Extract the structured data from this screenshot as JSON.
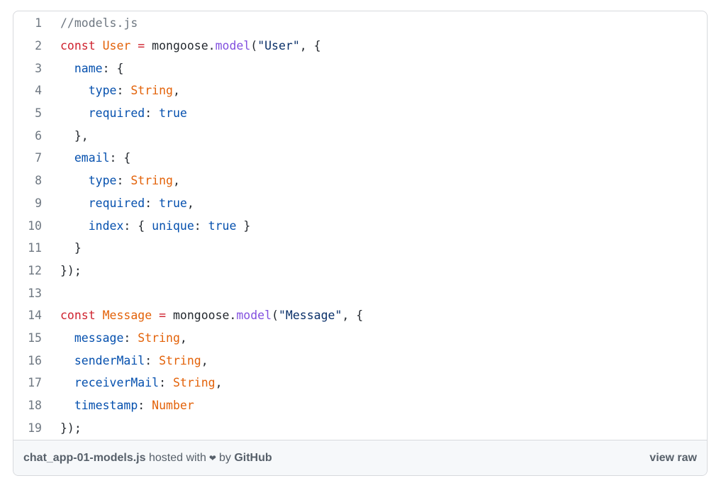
{
  "code": {
    "lines": [
      {
        "n": "1",
        "tokens": [
          {
            "t": "//models.js",
            "c": "c"
          }
        ]
      },
      {
        "n": "2",
        "tokens": [
          {
            "t": "const",
            "c": "k"
          },
          {
            "t": " "
          },
          {
            "t": "User",
            "c": "en"
          },
          {
            "t": " "
          },
          {
            "t": "=",
            "c": "k"
          },
          {
            "t": " mongoose."
          },
          {
            "t": "model",
            "c": "pl"
          },
          {
            "t": "("
          },
          {
            "t": "\"User\"",
            "c": "s"
          },
          {
            "t": ", {"
          }
        ]
      },
      {
        "n": "3",
        "tokens": [
          {
            "t": "  "
          },
          {
            "t": "name",
            "c": "p"
          },
          {
            "t": ": {"
          }
        ]
      },
      {
        "n": "4",
        "tokens": [
          {
            "t": "    "
          },
          {
            "t": "type",
            "c": "p"
          },
          {
            "t": ": "
          },
          {
            "t": "String",
            "c": "en"
          },
          {
            "t": ","
          }
        ]
      },
      {
        "n": "5",
        "tokens": [
          {
            "t": "    "
          },
          {
            "t": "required",
            "c": "p"
          },
          {
            "t": ": "
          },
          {
            "t": "true",
            "c": "p"
          }
        ]
      },
      {
        "n": "6",
        "tokens": [
          {
            "t": "  },"
          }
        ]
      },
      {
        "n": "7",
        "tokens": [
          {
            "t": "  "
          },
          {
            "t": "email",
            "c": "p"
          },
          {
            "t": ": {"
          }
        ]
      },
      {
        "n": "8",
        "tokens": [
          {
            "t": "    "
          },
          {
            "t": "type",
            "c": "p"
          },
          {
            "t": ": "
          },
          {
            "t": "String",
            "c": "en"
          },
          {
            "t": ","
          }
        ]
      },
      {
        "n": "9",
        "tokens": [
          {
            "t": "    "
          },
          {
            "t": "required",
            "c": "p"
          },
          {
            "t": ": "
          },
          {
            "t": "true",
            "c": "p"
          },
          {
            "t": ","
          }
        ]
      },
      {
        "n": "10",
        "tokens": [
          {
            "t": "    "
          },
          {
            "t": "index",
            "c": "p"
          },
          {
            "t": ": { "
          },
          {
            "t": "unique",
            "c": "p"
          },
          {
            "t": ": "
          },
          {
            "t": "true",
            "c": "p"
          },
          {
            "t": " }"
          }
        ]
      },
      {
        "n": "11",
        "tokens": [
          {
            "t": "  }"
          }
        ]
      },
      {
        "n": "12",
        "tokens": [
          {
            "t": "});"
          }
        ]
      },
      {
        "n": "13",
        "tokens": [
          {
            "t": ""
          }
        ]
      },
      {
        "n": "14",
        "tokens": [
          {
            "t": "const",
            "c": "k"
          },
          {
            "t": " "
          },
          {
            "t": "Message",
            "c": "en"
          },
          {
            "t": " "
          },
          {
            "t": "=",
            "c": "k"
          },
          {
            "t": " mongoose."
          },
          {
            "t": "model",
            "c": "pl"
          },
          {
            "t": "("
          },
          {
            "t": "\"Message\"",
            "c": "s"
          },
          {
            "t": ", {"
          }
        ]
      },
      {
        "n": "15",
        "tokens": [
          {
            "t": "  "
          },
          {
            "t": "message",
            "c": "p"
          },
          {
            "t": ": "
          },
          {
            "t": "String",
            "c": "en"
          },
          {
            "t": ","
          }
        ]
      },
      {
        "n": "16",
        "tokens": [
          {
            "t": "  "
          },
          {
            "t": "senderMail",
            "c": "p"
          },
          {
            "t": ": "
          },
          {
            "t": "String",
            "c": "en"
          },
          {
            "t": ","
          }
        ]
      },
      {
        "n": "17",
        "tokens": [
          {
            "t": "  "
          },
          {
            "t": "receiverMail",
            "c": "p"
          },
          {
            "t": ": "
          },
          {
            "t": "String",
            "c": "en"
          },
          {
            "t": ","
          }
        ]
      },
      {
        "n": "18",
        "tokens": [
          {
            "t": "  "
          },
          {
            "t": "timestamp",
            "c": "p"
          },
          {
            "t": ": "
          },
          {
            "t": "Number",
            "c": "en"
          }
        ]
      },
      {
        "n": "19",
        "tokens": [
          {
            "t": "});"
          }
        ]
      }
    ]
  },
  "footer": {
    "filename": "chat_app-01-models.js",
    "hosted_with": "hosted with",
    "heart": "❤",
    "by": "by",
    "host": "GitHub",
    "view_raw": "view raw"
  },
  "colors": {
    "comment": "#6e7781",
    "keyword": "#cf222e",
    "entity": "#e36209",
    "function": "#8250df",
    "string": "#0a3069",
    "property": "#0550ae"
  }
}
